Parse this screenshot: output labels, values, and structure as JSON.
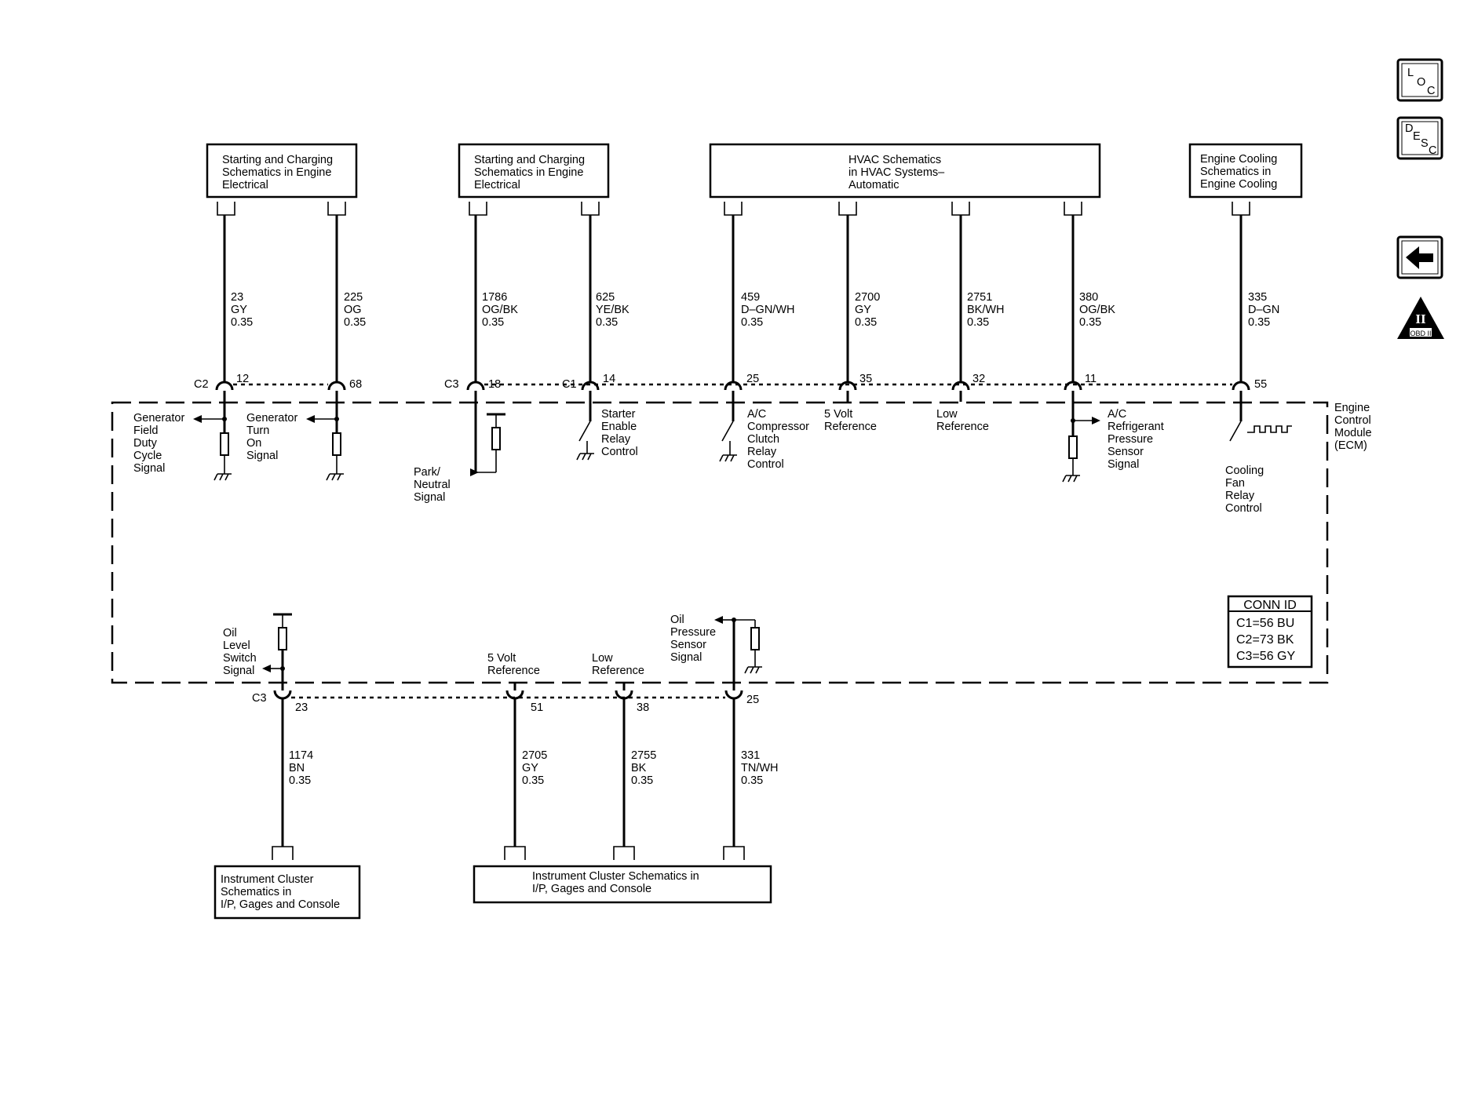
{
  "nav": {
    "loc": [
      "L",
      "O",
      "C"
    ],
    "desc": [
      "D",
      "E",
      "S",
      "C"
    ],
    "back_icon": "left-arrow-icon",
    "obd_roman": "II",
    "obd_label": "OBD II"
  },
  "module": {
    "name_lines": [
      "Engine",
      "Control",
      "Module",
      "(ECM)"
    ],
    "conn_title": "CONN ID",
    "conn_rows": [
      "C1=56 BU",
      "C2=73 BK",
      "C3=56 GY"
    ]
  },
  "top_boxes": [
    {
      "lines": [
        "Starting and Charging",
        "Schematics in Engine",
        "Electrical"
      ]
    },
    {
      "lines": [
        "Starting and Charging",
        "Schematics in Engine",
        "Electrical"
      ]
    },
    {
      "lines": [
        "HVAC Schematics",
        "in HVAC Systems–",
        "Automatic"
      ]
    },
    {
      "lines": [
        "Engine Cooling",
        "Schematics in",
        "Engine Cooling"
      ]
    }
  ],
  "bottom_boxes": [
    {
      "lines": [
        "Instrument Cluster",
        "Schematics in",
        "I/P, Gages and Console"
      ]
    },
    {
      "lines": [
        "Instrument Cluster Schematics in",
        "I/P, Gages and Console"
      ]
    }
  ],
  "top_wires": [
    {
      "circuit": "23",
      "color": "GY",
      "size": "0.35",
      "connector": "C2",
      "pin": "12",
      "label": [
        "Generator",
        "Field",
        "Duty",
        "Cycle",
        "Signal"
      ]
    },
    {
      "circuit": "225",
      "color": "OG",
      "size": "0.35",
      "connector": "",
      "pin": "68",
      "label": [
        "Generator",
        "Turn",
        "On",
        "Signal"
      ]
    },
    {
      "circuit": "1786",
      "color": "OG/BK",
      "size": "0.35",
      "connector": "C3",
      "pin": "18",
      "label": [
        "Park/",
        "Neutral",
        "Signal"
      ]
    },
    {
      "circuit": "625",
      "color": "YE/BK",
      "size": "0.35",
      "connector": "C1",
      "pin": "14",
      "label": [
        "Starter",
        "Enable",
        "Relay",
        "Control"
      ]
    },
    {
      "circuit": "459",
      "color": "D–GN/WH",
      "size": "0.35",
      "connector": "",
      "pin": "25",
      "label": [
        "A/C",
        "Compressor",
        "Clutch",
        "Relay",
        "Control"
      ]
    },
    {
      "circuit": "2700",
      "color": "GY",
      "size": "0.35",
      "connector": "",
      "pin": "35",
      "label": [
        "5 Volt",
        "Reference"
      ]
    },
    {
      "circuit": "2751",
      "color": "BK/WH",
      "size": "0.35",
      "connector": "",
      "pin": "32",
      "label": [
        "Low",
        "Reference"
      ]
    },
    {
      "circuit": "380",
      "color": "OG/BK",
      "size": "0.35",
      "connector": "",
      "pin": "11",
      "label": [
        "A/C",
        "Refrigerant",
        "Pressure",
        "Sensor",
        "Signal"
      ]
    },
    {
      "circuit": "335",
      "color": "D–GN",
      "size": "0.35",
      "connector": "",
      "pin": "55",
      "label": [
        "Cooling",
        "Fan",
        "Relay",
        "Control"
      ]
    }
  ],
  "bottom_wires": [
    {
      "circuit": "1174",
      "color": "BN",
      "size": "0.35",
      "connector": "C3",
      "pin": "23",
      "label": [
        "Oil",
        "Level",
        "Switch",
        "Signal"
      ]
    },
    {
      "circuit": "2705",
      "color": "GY",
      "size": "0.35",
      "connector": "",
      "pin": "51",
      "label": [
        "5 Volt",
        "Reference"
      ]
    },
    {
      "circuit": "2755",
      "color": "BK",
      "size": "0.35",
      "connector": "",
      "pin": "38",
      "label": [
        "Low",
        "Reference"
      ]
    },
    {
      "circuit": "331",
      "color": "TN/WH",
      "size": "0.35",
      "connector": "",
      "pin": "25",
      "label": [
        "Oil",
        "Pressure",
        "Sensor",
        "Signal"
      ]
    }
  ]
}
